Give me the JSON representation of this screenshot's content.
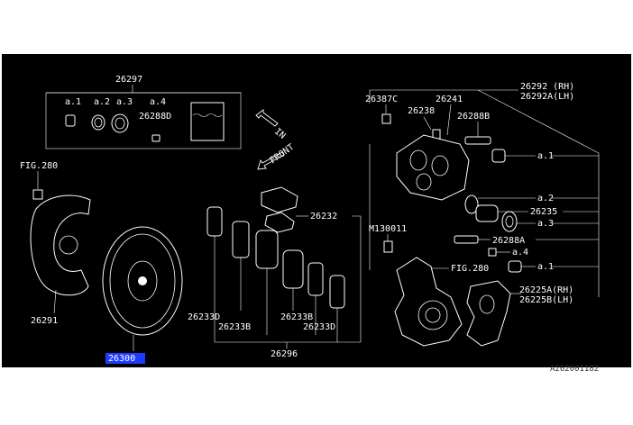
{
  "diagram": {
    "colors": {
      "background": "#000000",
      "line": "#ffffff",
      "highlight": "#1e3cff"
    },
    "labels": {
      "kit_top": "26297",
      "a1": "a.1",
      "a2": "a.2",
      "a3": "a.3",
      "a4": "a.4",
      "p26288D": "26288D",
      "arrow_in": "IN",
      "arrow_front": "FRONT",
      "fig280_left": "FIG.280",
      "p26291": "26291",
      "p26300": "26300",
      "p26232": "26232",
      "p26233D_left": "26233D",
      "p26233B_left": "26233B",
      "p26233B_right": "26233B",
      "p26233D_right": "26233D",
      "p26296": "26296",
      "p26387C": "26387C",
      "p26238": "26238",
      "p26241": "26241",
      "p26288B": "26288B",
      "p26292_rh": "26292 (RH)",
      "p26292A_lh": "26292A(LH)",
      "r_a1": "a.1",
      "r_a2": "a.2",
      "p26235": "26235",
      "r_a3": "a.3",
      "m130011": "M130011",
      "p26288A": "26288A",
      "r_a4": "a.4",
      "r_a1b": "a.1",
      "fig280_right": "FIG.280",
      "p26225A_rh": "26225A(RH)",
      "p26225B_lh": "26225B(LH)",
      "drawing_id": "A262001182"
    }
  }
}
